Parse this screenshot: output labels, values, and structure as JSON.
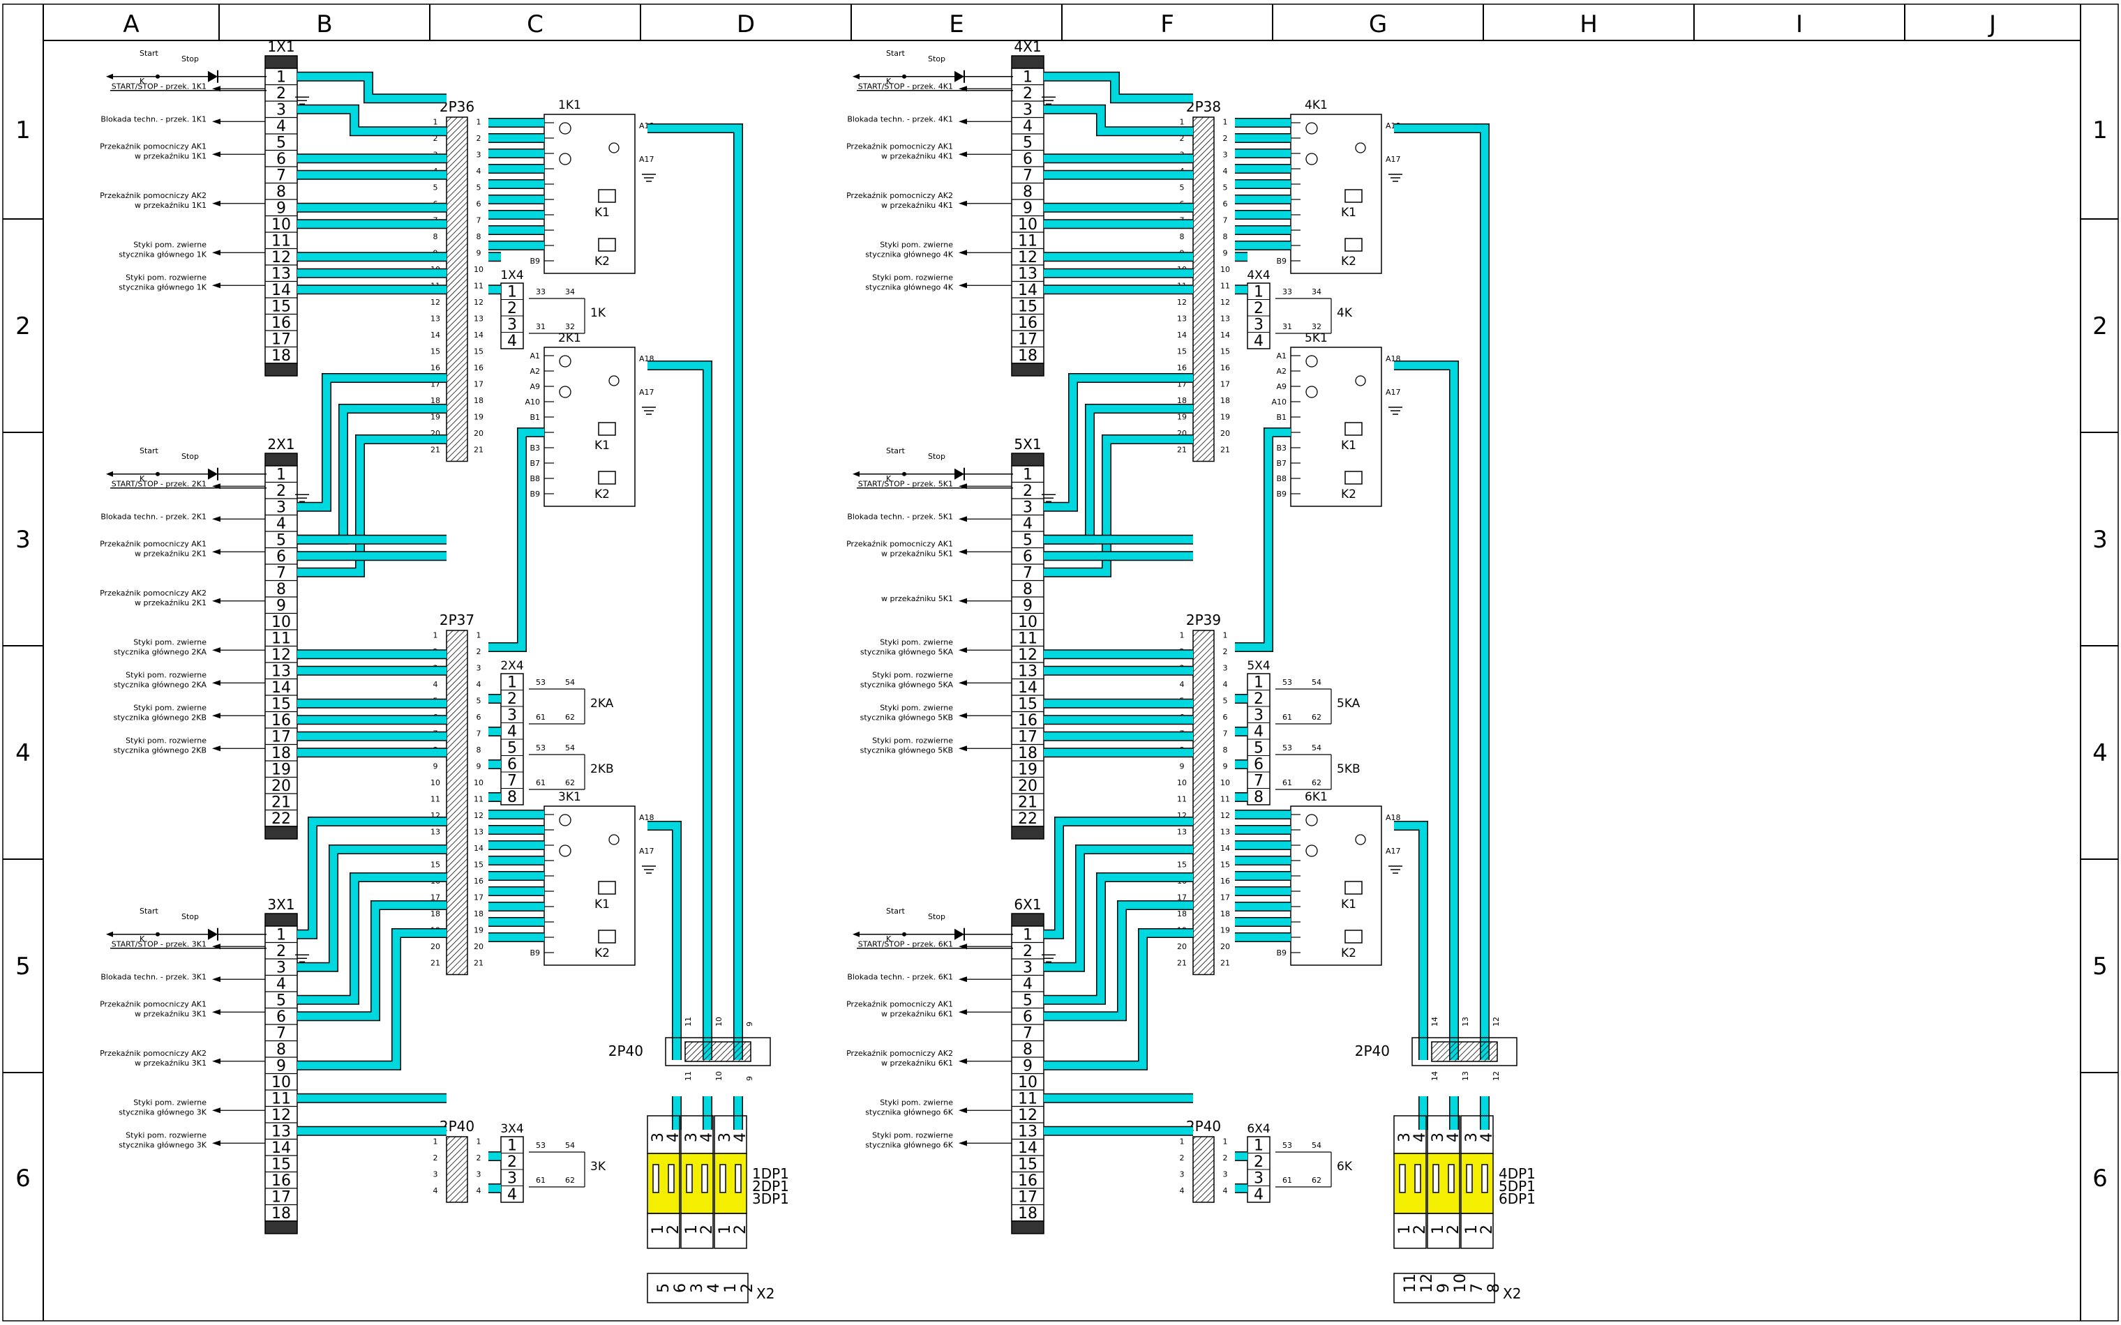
{
  "frame": {
    "columns": [
      "A",
      "B",
      "C",
      "D",
      "E",
      "F",
      "G",
      "H",
      "I",
      "J"
    ],
    "rows": [
      "1",
      "2",
      "3",
      "4",
      "5",
      "6"
    ]
  },
  "colors": {
    "line": "#000000",
    "wire": "#00d8e0",
    "terminal": "#333333",
    "fuse": "#f4ee00"
  },
  "left": {
    "blocks": [
      {
        "id": "1X1",
        "count": 18,
        "start": "Start",
        "stop": "Stop",
        "k": "K",
        "labels": [
          {
            "n": 2,
            "lines": [
              "START/STOP -  przek. 1K1"
            ]
          },
          {
            "n": 4,
            "lines": [
              "Blokada techn. -  przek. 1K1"
            ]
          },
          {
            "n": 6,
            "lines": [
              "Przekaźnik pomocniczy AK1",
              "w przekaźniku 1K1"
            ]
          },
          {
            "n": 9,
            "lines": [
              "Przekaźnik pomocniczy AK2",
              "w przekaźniku 1K1"
            ]
          },
          {
            "n": 12,
            "lines": [
              "Styki pom. zwierne",
              "stycznika głównego 1K"
            ]
          },
          {
            "n": 14,
            "lines": [
              "Styki pom. rozwierne",
              "stycznika głównego 1K"
            ]
          }
        ]
      },
      {
        "id": "2X1",
        "count": 22,
        "start": "Start",
        "stop": "Stop",
        "k": "K",
        "labels": [
          {
            "n": 2,
            "lines": [
              "START/STOP -  przek. 2K1"
            ]
          },
          {
            "n": 4,
            "lines": [
              "Blokada techn. -  przek. 2K1"
            ]
          },
          {
            "n": 6,
            "lines": [
              "Przekaźnik pomocniczy AK1",
              "w przekaźniku 2K1"
            ]
          },
          {
            "n": 9,
            "lines": [
              "Przekaźnik pomocniczy AK2",
              "w przekaźniku 2K1"
            ]
          },
          {
            "n": 12,
            "lines": [
              "Styki pom. zwierne",
              "stycznika głównego 2KA"
            ]
          },
          {
            "n": 14,
            "lines": [
              "Styki pom. rozwierne",
              "stycznika głównego 2KA"
            ]
          },
          {
            "n": 16,
            "lines": [
              "Styki pom. zwierne",
              "stycznika głównego 2KB"
            ]
          },
          {
            "n": 18,
            "lines": [
              "Styki pom. rozwierne",
              "stycznika głównego 2KB"
            ]
          }
        ]
      },
      {
        "id": "3X1",
        "count": 18,
        "start": "Start",
        "stop": "Stop",
        "k": "K",
        "labels": [
          {
            "n": 2,
            "lines": [
              "START/STOP -  przek. 3K1"
            ]
          },
          {
            "n": 4,
            "lines": [
              "Blokada techn. -  przek. 3K1"
            ]
          },
          {
            "n": 6,
            "lines": [
              "Przekaźnik pomocniczy AK1",
              "w przekaźniku 3K1"
            ]
          },
          {
            "n": 9,
            "lines": [
              "Przekaźnik pomocniczy AK2",
              "w przekaźniku 3K1"
            ]
          },
          {
            "n": 12,
            "lines": [
              "Styki pom. zwierne",
              "stycznika głównego 3K"
            ]
          },
          {
            "n": 14,
            "lines": [
              "Styki pom. rozwierne",
              "stycznika głównego 3K"
            ]
          }
        ]
      }
    ],
    "strips": [
      {
        "id": "2P36",
        "count": 21
      },
      {
        "id": "2P37",
        "count": 21
      },
      {
        "id": "2P40",
        "count": 4
      }
    ],
    "relays": [
      "1K1",
      "2K1",
      "3K1"
    ],
    "aux": [
      {
        "id": "1X4",
        "name": "1K",
        "contacts": [
          [
            "33",
            "34"
          ],
          [
            "31",
            "32"
          ]
        ]
      },
      {
        "id": "2X4",
        "name": "2KA",
        "name2": "2KB",
        "contacts": [
          [
            "53",
            "54"
          ],
          [
            "61",
            "62"
          ]
        ]
      },
      {
        "id": "3X4",
        "name": "3K",
        "contacts": [
          [
            "53",
            "54"
          ],
          [
            "61",
            "62"
          ]
        ]
      }
    ],
    "bottom_strip": "2P40",
    "wire_nums": [
      "11",
      "10",
      "9"
    ],
    "fuse_labels": [
      "1DP1",
      "2DP1",
      "3DP1"
    ],
    "x2": [
      "5",
      "6",
      "3",
      "4",
      "1",
      "2"
    ]
  },
  "right": {
    "blocks": [
      {
        "id": "4X1",
        "count": 18,
        "start": "Start",
        "stop": "Stop",
        "k": "K",
        "labels": [
          {
            "n": 2,
            "lines": [
              "START/STOP -  przek. 4K1"
            ]
          },
          {
            "n": 4,
            "lines": [
              "Blokada techn. -  przek. 4K1"
            ]
          },
          {
            "n": 6,
            "lines": [
              "Przekaźnik pomocniczy AK1",
              "w przekaźniku 4K1"
            ]
          },
          {
            "n": 9,
            "lines": [
              "Przekaźnik pomocniczy AK2",
              "w przekaźniku 4K1"
            ]
          },
          {
            "n": 12,
            "lines": [
              "Styki pom. zwierne",
              "stycznika głównego 4K"
            ]
          },
          {
            "n": 14,
            "lines": [
              "Styki pom. rozwierne",
              "stycznika głównego 4K"
            ]
          }
        ]
      },
      {
        "id": "5X1",
        "count": 22,
        "start": "Start",
        "stop": "Stop",
        "k": "K",
        "labels": [
          {
            "n": 2,
            "lines": [
              "START/STOP -  przek. 5K1"
            ]
          },
          {
            "n": 4,
            "lines": [
              "Blokada techn. -  przek. 5K1"
            ]
          },
          {
            "n": 6,
            "lines": [
              "Przekaźnik pomocniczy AK1",
              "w przekaźniku 5K1"
            ]
          },
          {
            "n": 9,
            "lines": [
              "w przekaźniku 5K1"
            ]
          },
          {
            "n": 12,
            "lines": [
              "Styki pom. zwierne",
              "stycznika głównego 5KA"
            ]
          },
          {
            "n": 14,
            "lines": [
              "Styki pom. rozwierne",
              "stycznika głównego 5KA"
            ]
          },
          {
            "n": 16,
            "lines": [
              "Styki pom. zwierne",
              "stycznika głównego 5KB"
            ]
          },
          {
            "n": 18,
            "lines": [
              "Styki pom. rozwierne",
              "stycznika głównego 5KB"
            ]
          }
        ]
      },
      {
        "id": "6X1",
        "count": 18,
        "start": "Start",
        "stop": "Stop",
        "k": "K",
        "labels": [
          {
            "n": 2,
            "lines": [
              "START/STOP -  przek. 6K1"
            ]
          },
          {
            "n": 4,
            "lines": [
              "Blokada techn. -  przek. 6K1"
            ]
          },
          {
            "n": 6,
            "lines": [
              "Przekaźnik pomocniczy AK1",
              "w przekaźniku 6K1"
            ]
          },
          {
            "n": 9,
            "lines": [
              "Przekaźnik pomocniczy AK2",
              "w przekaźniku 6K1"
            ]
          },
          {
            "n": 12,
            "lines": [
              "Styki pom. zwierne",
              "stycznika głównego 6K"
            ]
          },
          {
            "n": 14,
            "lines": [
              "Styki pom. rozwierne",
              "stycznika głównego 6K"
            ]
          }
        ]
      }
    ],
    "strips": [
      {
        "id": "2P38",
        "count": 21
      },
      {
        "id": "2P39",
        "count": 21
      },
      {
        "id": "2P40",
        "count": 4
      }
    ],
    "relays": [
      "4K1",
      "5K1",
      "6K1"
    ],
    "aux": [
      {
        "id": "4X4",
        "name": "4K",
        "contacts": [
          [
            "33",
            "34"
          ],
          [
            "31",
            "32"
          ]
        ]
      },
      {
        "id": "5X4",
        "name": "5KA",
        "name2": "5KB",
        "contacts": [
          [
            "53",
            "54"
          ],
          [
            "61",
            "62"
          ]
        ]
      },
      {
        "id": "6X4",
        "name": "6K",
        "contacts": [
          [
            "53",
            "54"
          ],
          [
            "61",
            "62"
          ]
        ]
      }
    ],
    "bottom_strip": "2P40",
    "wire_nums": [
      "14",
      "13",
      "12"
    ],
    "fuse_labels": [
      "4DP1",
      "5DP1",
      "6DP1"
    ],
    "x2": [
      "11",
      "12",
      "9",
      "10",
      "7",
      "8"
    ]
  },
  "relay_pins": [
    "A1",
    "A2",
    "A9",
    "A10",
    "B1",
    "B2",
    "B3",
    "B7",
    "B8",
    "B9"
  ],
  "relay_out": [
    "A18",
    "A17"
  ],
  "relay_coils": [
    "K1",
    "K2"
  ],
  "fuse_top_pins": [
    "3",
    "4"
  ],
  "fuse_bottom_pins": [
    "1",
    "2"
  ],
  "x2_label": "X2"
}
